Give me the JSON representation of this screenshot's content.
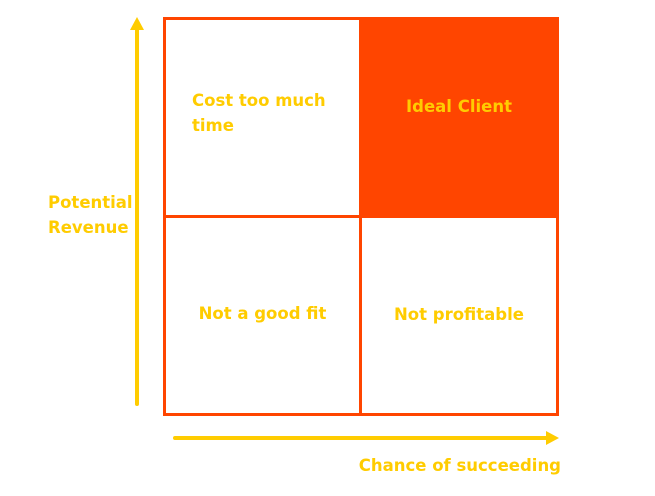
{
  "colors": {
    "accent": "#FF4500",
    "text": "#FFCC00",
    "arrow": "#FFCC00",
    "background": "#FFFFFF"
  },
  "axes": {
    "y_label_line1": "Potential",
    "y_label_line2": "Revenue",
    "x_label": "Chance of succeeding"
  },
  "quadrants": {
    "top_left": {
      "line1": "Cost too much",
      "line2": "time"
    },
    "top_right": {
      "label": "Ideal Client",
      "highlighted": true
    },
    "bottom_left": {
      "label": "Not a good fit"
    },
    "bottom_right": {
      "label": "Not profitable"
    }
  }
}
